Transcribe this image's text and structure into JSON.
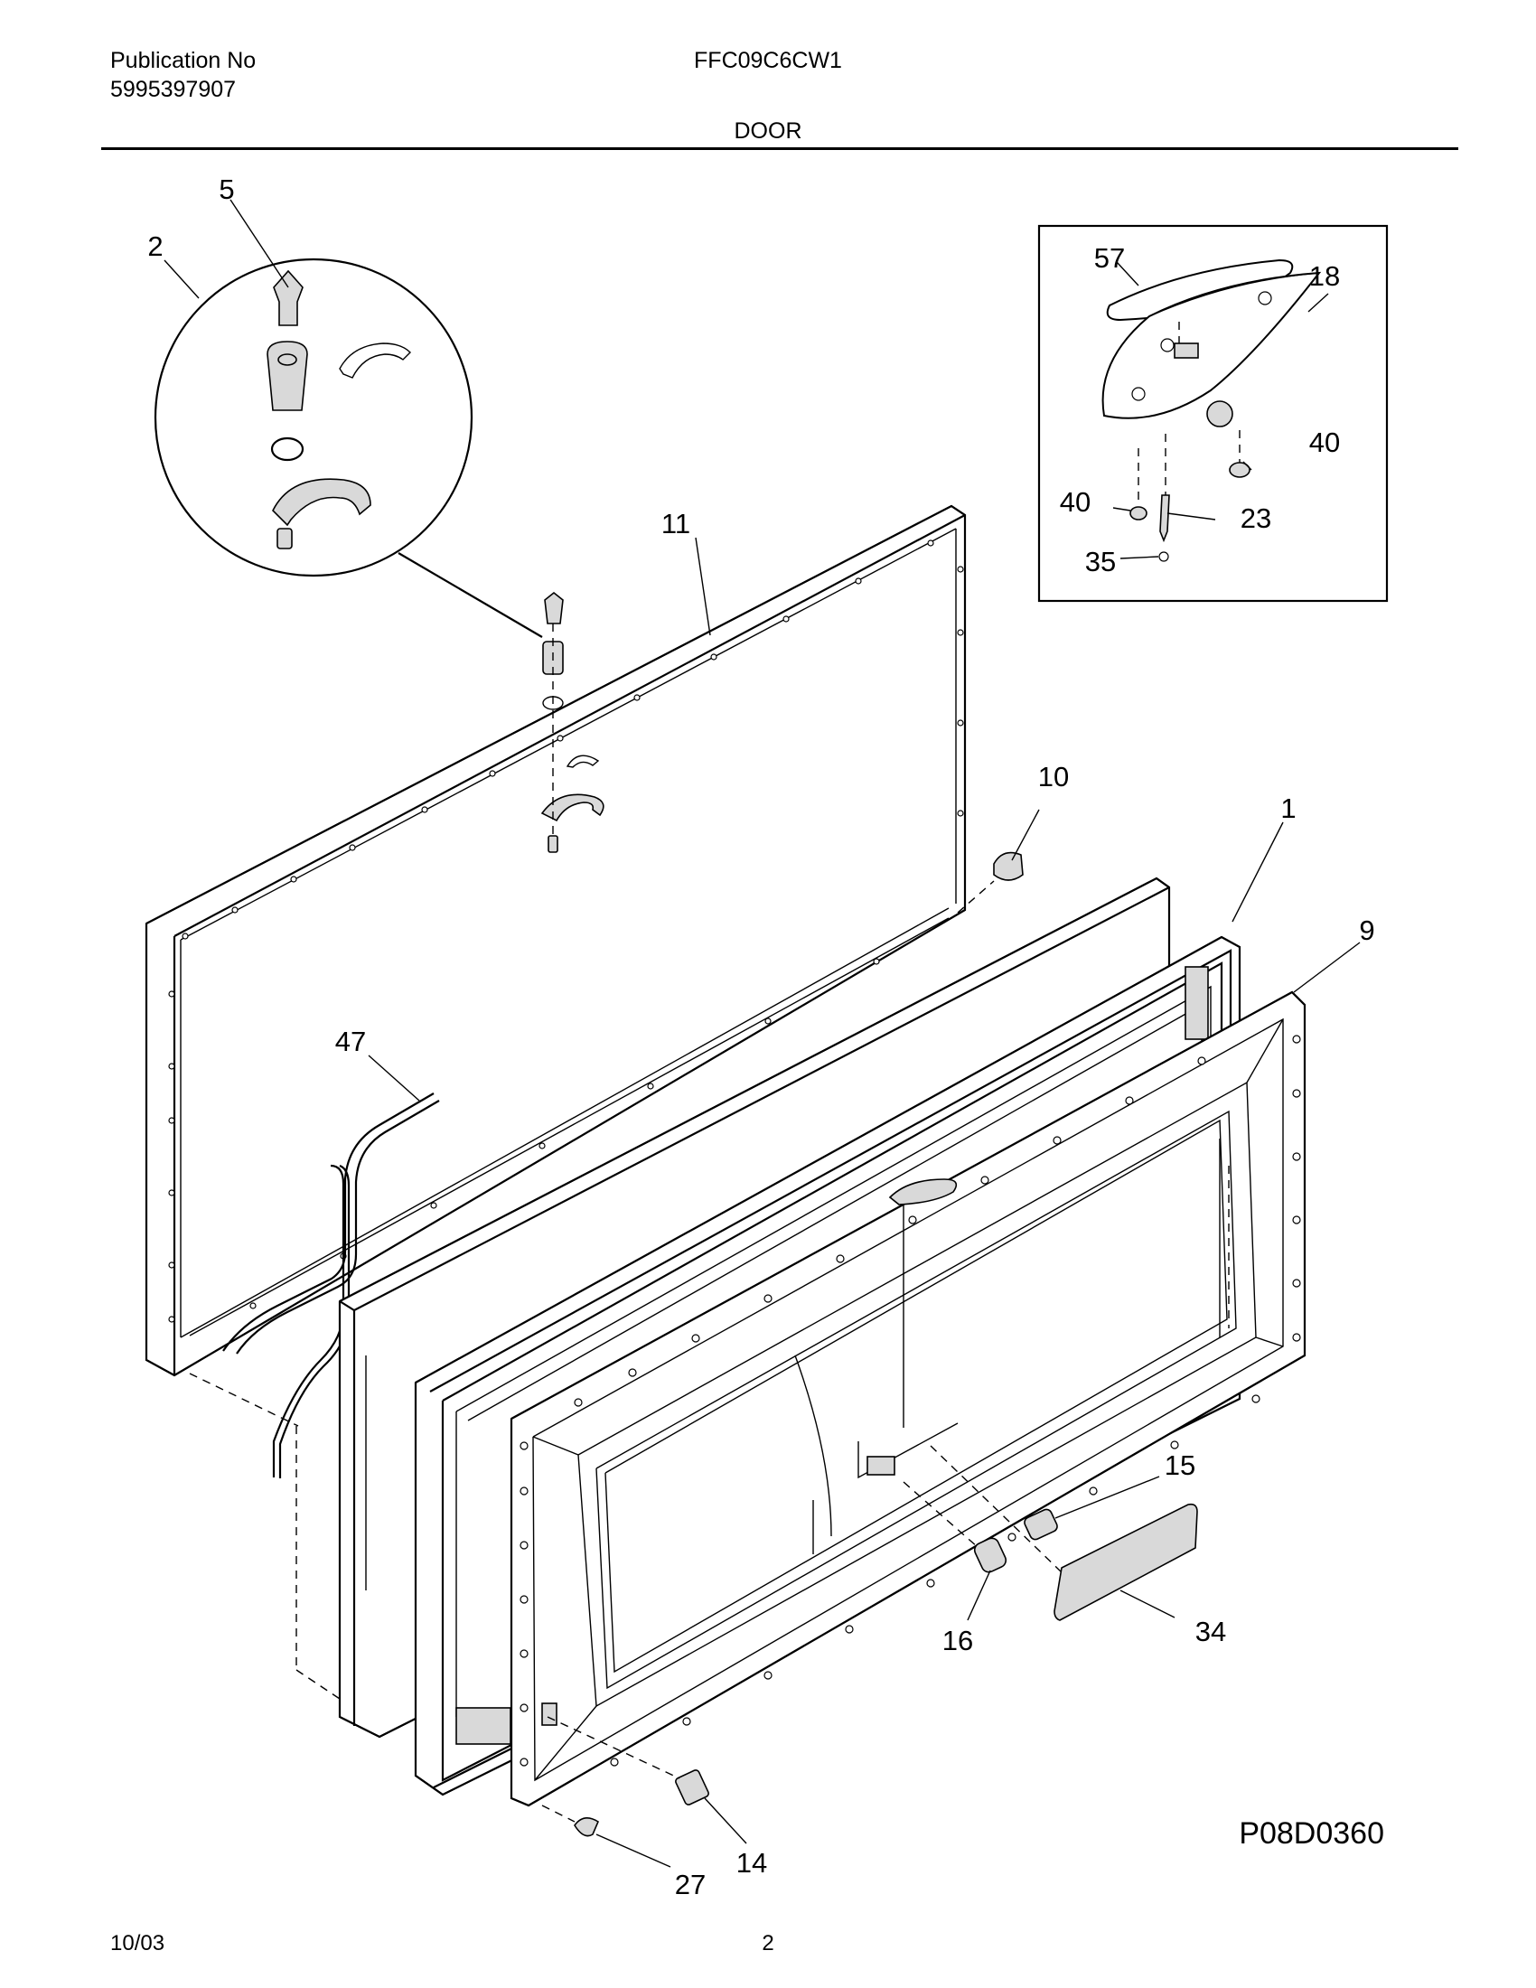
{
  "header": {
    "publication_label": "Publication No",
    "publication_number": "5995397907",
    "model": "FFC09C6CW1",
    "section": "DOOR"
  },
  "footer": {
    "date": "10/03",
    "page": "2"
  },
  "diagram": {
    "drawing_id": "P08D0360",
    "callouts": {
      "c1": "1",
      "c2": "2",
      "c5": "5",
      "c9": "9",
      "c10": "10",
      "c11": "11",
      "c14": "14",
      "c15": "15",
      "c16": "16",
      "c18": "18",
      "c23": "23",
      "c27": "27",
      "c34": "34",
      "c35": "35",
      "c40a": "40",
      "c40b": "40",
      "c47": "47",
      "c57": "57"
    }
  }
}
